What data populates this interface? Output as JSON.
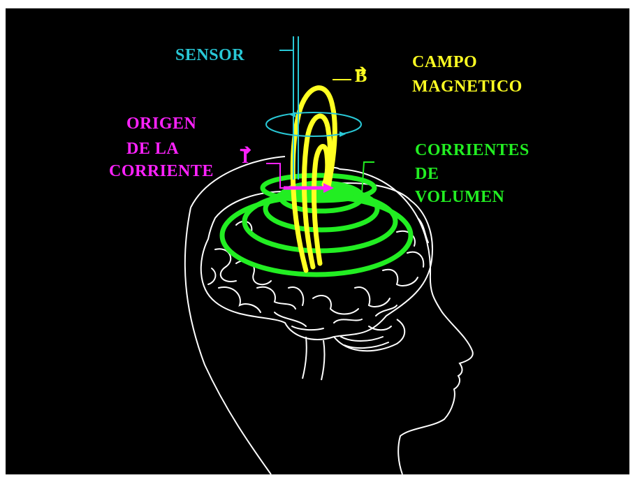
{
  "labels": {
    "sensor": "SENSOR",
    "campo": "CAMPO",
    "magnetico": "MAGNETICO",
    "b_vector": "B",
    "origen_line1": "ORIGEN",
    "origen_line2": "DE LA",
    "origen_line3": "CORRIENTE",
    "i_vector": "I",
    "corrientes_line1": "CORRIENTES",
    "corrientes_line2": "DE",
    "corrientes_line3": "VOLUMEN"
  },
  "icons": {
    "head": "head-profile-outline",
    "brain": "brain-outline",
    "sensor_probe": "sensor-probe-icon",
    "magnetic_field": "magnetic-field-loops",
    "volume_currents": "volume-current-rings",
    "current_source": "current-arrow"
  },
  "colors": {
    "background": "#000000",
    "outline": "#ffffff",
    "sensor": "#29c8d6",
    "magnetic_field": "#ffff22",
    "current_origin": "#ff22ff",
    "volume_currents": "#22ee22"
  }
}
